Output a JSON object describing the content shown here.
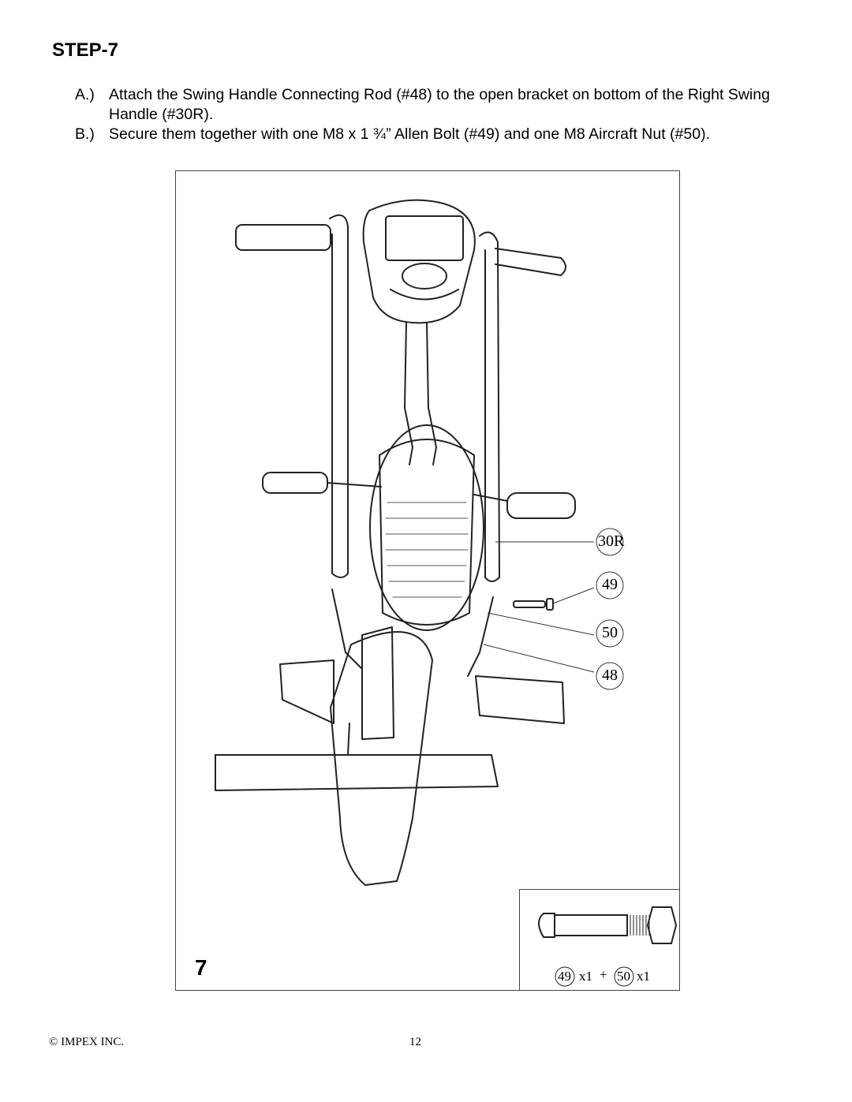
{
  "header": {
    "title": "STEP-7"
  },
  "instructions": [
    {
      "label": "A.)",
      "text": "Attach the Swing Handle Connecting Rod (#48) to the open bracket on bottom of the Right Swing Handle (#30R)."
    },
    {
      "label": "B.)",
      "text": "Secure them together with one M8 x 1 ¾” Allen Bolt (#49) and one M8 Aircraft Nut (#50)."
    }
  ],
  "figure": {
    "step_number": "7",
    "callouts": [
      "30R",
      "49",
      "50",
      "48"
    ],
    "inset": {
      "part_a": "49",
      "qty_a": "x1",
      "plus": "+",
      "part_b": "50",
      "qty_b": "x1"
    }
  },
  "footer": {
    "copyright": "© IMPEX INC.",
    "page": "12"
  }
}
